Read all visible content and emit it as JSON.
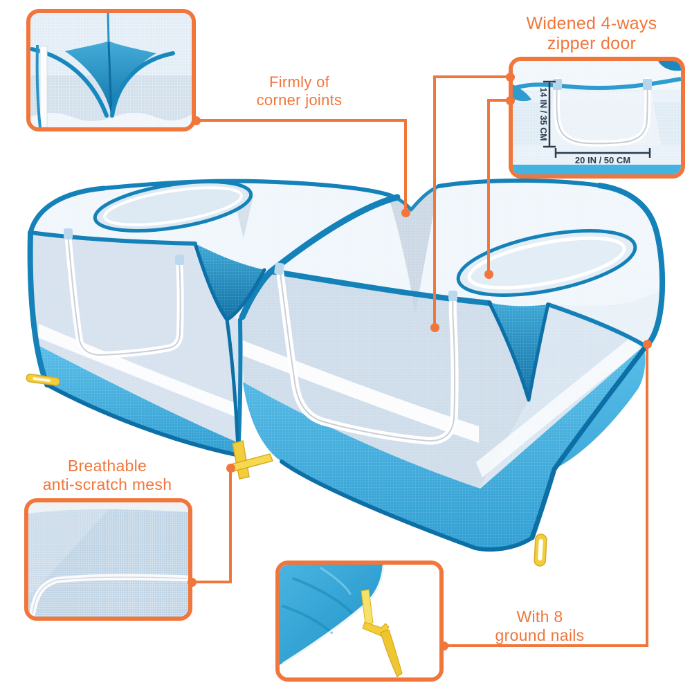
{
  "callouts": {
    "zipper_door": {
      "line1": "Widened 4-ways",
      "line2": "zipper door"
    },
    "corner_joints": {
      "line1": "Firmly of",
      "line2": "corner joints"
    },
    "breathable_mesh": {
      "line1": "Breathable",
      "line2": "anti-scratch mesh"
    },
    "ground_nails": {
      "line1": "With 8",
      "line2": "ground nails"
    }
  },
  "measurements": {
    "door_height": "14 IN / 35 CM",
    "door_width": "20 IN / 50 CM"
  },
  "colors": {
    "accent_orange": "#F0763B",
    "frame_blue": "#1481B8",
    "frame_blue_dark": "#0D6FA6",
    "fabric_blue": "#47B3E1",
    "mesh_light": "#E9F1F8",
    "mesh_shaded": "#CFDDEA",
    "zipper_white": "#FFFFFF",
    "nail_yellow": "#F2CE3C",
    "measurement_text": "#2A3B4D"
  }
}
